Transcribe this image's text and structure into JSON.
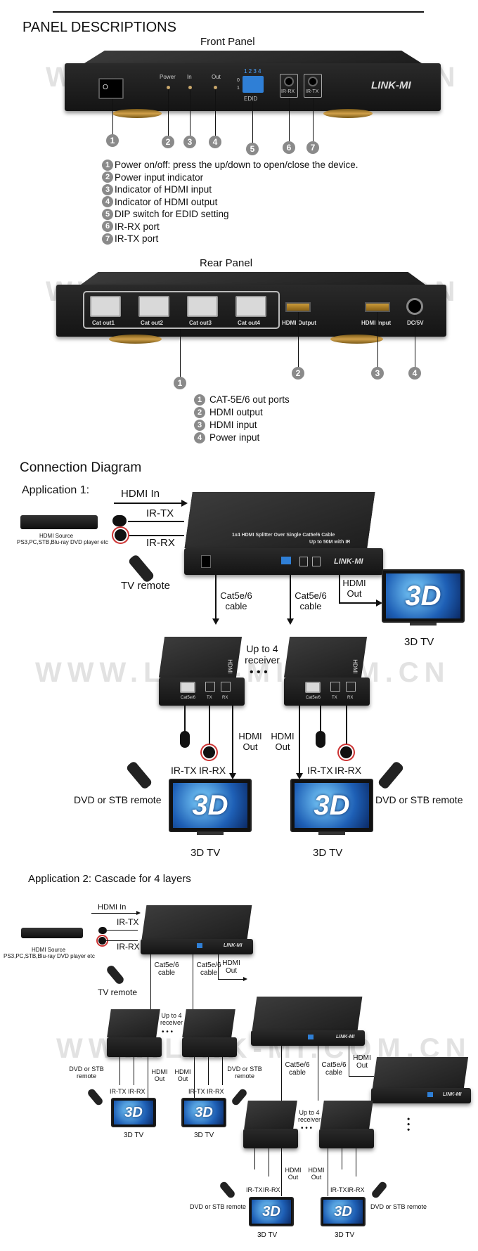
{
  "header": {
    "title": "PANEL DESCRIPTIONS"
  },
  "front": {
    "title": "Front Panel",
    "device_labels": {
      "power": "Power",
      "in": "In",
      "out": "Out",
      "dip": "1 2 3 4",
      "dip0": "0",
      "dip1": "1",
      "edid": "EDID",
      "irrx": "IR-RX",
      "irtx": "IR-TX",
      "brand": "LINK-MI"
    },
    "numbers": [
      "1",
      "2",
      "3",
      "4",
      "5",
      "6",
      "7"
    ],
    "items": [
      {
        "n": "1",
        "text": "Power on/off: press the up/down to open/close the device."
      },
      {
        "n": "2",
        "text": "Power input indicator"
      },
      {
        "n": "3",
        "text": "Indicator of HDMI input"
      },
      {
        "n": "4",
        "text": "Indicator of HDMI output"
      },
      {
        "n": "5",
        "text": "DIP switch for EDID setting"
      },
      {
        "n": "6",
        "text": "IR-RX port"
      },
      {
        "n": "7",
        "text": "IR-TX port"
      }
    ]
  },
  "rear": {
    "title": "Rear Panel",
    "ports": [
      "Cat out1",
      "Cat out2",
      "Cat out3",
      "Cat out4"
    ],
    "hdmi_output": "HDMI Output",
    "hdmi_input": "HDMI Input",
    "dc": "DC/5V",
    "numbers": [
      "1",
      "2",
      "3",
      "4"
    ],
    "items": [
      {
        "n": "1",
        "text": "CAT-5E/6 out ports"
      },
      {
        "n": "2",
        "text": "HDMI output"
      },
      {
        "n": "3",
        "text": "HDMI input"
      },
      {
        "n": "4",
        "text": "Power input"
      }
    ]
  },
  "watermark": "WWW.LINK-MI.COM.CN",
  "connection": {
    "title": "Connection Diagram",
    "app1": {
      "title": "Application 1:",
      "hdmi_in": "HDMI In",
      "ir_tx": "IR-TX",
      "ir_rx": "IR-RX",
      "source_label": "HDMI Source",
      "source_desc": "PS3,PC,STB,Blu-ray DVD player etc",
      "tv_remote": "TV remote",
      "splitter_title": "1x4 HDMI Splitter Over Single Cat5e/6 Cable",
      "splitter_sub": "Up to 50M with IR",
      "cable": "Cat5e/6 cable",
      "hdmi_out": "HDMI Out",
      "tv": "3D TV",
      "up_to": "Up to 4 receiver",
      "dots": "• • •",
      "remote_label": "DVD or STB remote",
      "rx_port": "Cat5e/6",
      "tx": "TX",
      "rx": "RX",
      "hdmi_side": "HDMI"
    },
    "app2": {
      "title": "Application 2: Cascade for 4 layers"
    }
  }
}
